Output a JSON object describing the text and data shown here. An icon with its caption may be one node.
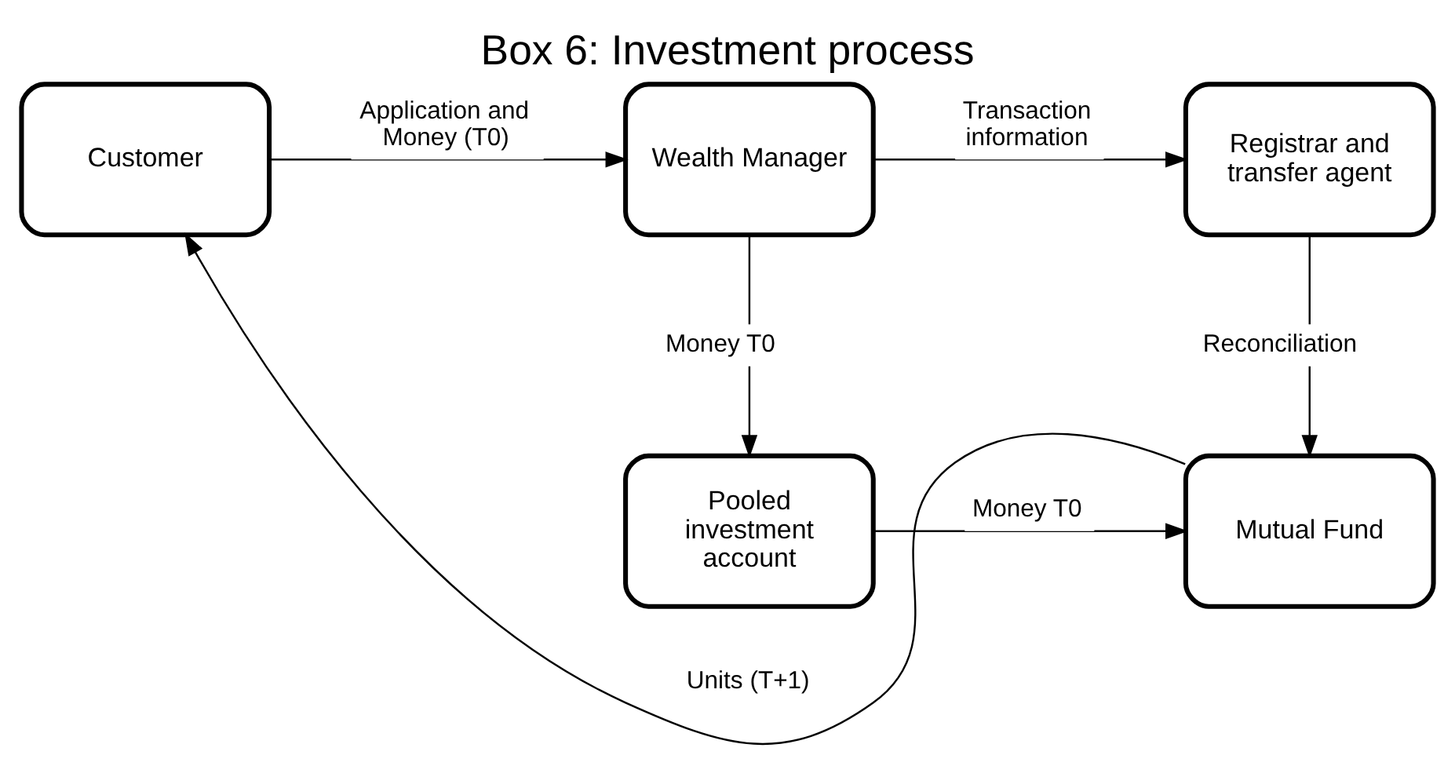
{
  "diagram": {
    "title": "Box 6: Investment process",
    "nodes": [
      {
        "text": [
          "Customer"
        ]
      },
      {
        "text": [
          "Wealth Manager"
        ]
      },
      {
        "text": [
          "Registrar and transfer agent"
        ]
      },
      {
        "text": [
          "Pooled investment account"
        ]
      },
      {
        "text": [
          "Mutual Fund"
        ]
      }
    ],
    "edges": [
      {
        "from": 0,
        "to": 1,
        "arrow": "to",
        "label": "Application and Money (T0)"
      },
      {
        "from": 1,
        "to": 2,
        "arrow": "to",
        "label": "Transaction information"
      },
      {
        "from": 1,
        "to": 3,
        "arrow": "to",
        "label": "Money T0"
      },
      {
        "from": 2,
        "to": 4,
        "arrow": "to",
        "label": "Reconciliation"
      },
      {
        "from": 3,
        "to": 4,
        "arrow": "to",
        "label": "Money T0"
      },
      {
        "from": 4,
        "to": 0,
        "arrow": "to",
        "label": "Units (T+1)"
      }
    ]
  }
}
